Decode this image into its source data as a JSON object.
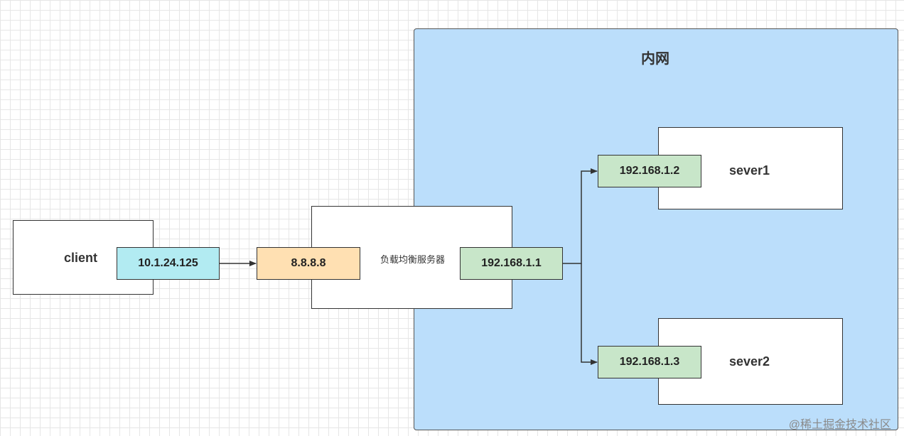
{
  "intranet": {
    "label": "内网"
  },
  "client": {
    "label": "client",
    "ip": "10.1.24.125"
  },
  "load_balancer": {
    "label": "负载均衡服务器",
    "public_ip": "8.8.8.8",
    "private_ip": "192.168.1.1"
  },
  "servers": [
    {
      "label": "sever1",
      "ip": "192.168.1.2"
    },
    {
      "label": "sever2",
      "ip": "192.168.1.3"
    }
  ],
  "watermark": "@稀土掘金技术社区",
  "colors": {
    "intranet_fill": "#bbdefb",
    "client_ip_fill": "#b2ebf2",
    "public_ip_fill": "#ffe0b2",
    "private_ip_fill": "#c8e6c9"
  }
}
